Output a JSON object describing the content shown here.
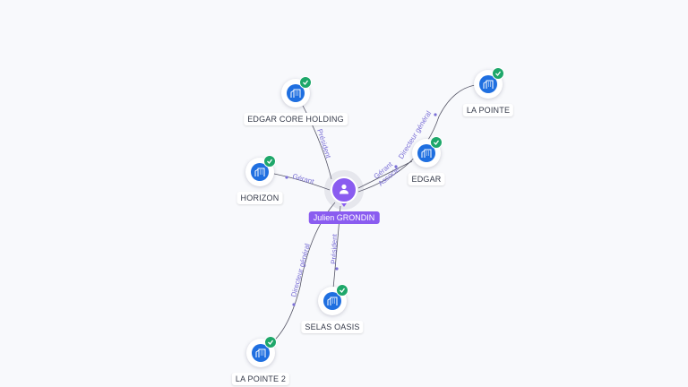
{
  "person": {
    "name": "Julien GRONDIN",
    "icon": "person-icon",
    "color": "#8a5cf0"
  },
  "companies": [
    {
      "id": "edgar-core-holding",
      "name": "EDGAR CORE HOLDING",
      "icon": "building-icon",
      "verified": true
    },
    {
      "id": "horizon",
      "name": "HORIZON",
      "icon": "building-icon",
      "verified": true
    },
    {
      "id": "la-pointe",
      "name": "LA POINTE",
      "icon": "building-icon",
      "verified": true
    },
    {
      "id": "edgar",
      "name": "EDGAR",
      "icon": "building-icon",
      "verified": true
    },
    {
      "id": "selas-oasis",
      "name": "SELAS OASIS",
      "icon": "building-icon",
      "verified": true
    },
    {
      "id": "la-pointe-2",
      "name": "LA POINTE 2",
      "icon": "building-icon",
      "verified": true
    }
  ],
  "relations": [
    {
      "target": "edgar-core-holding",
      "labels": [
        "Président"
      ]
    },
    {
      "target": "horizon",
      "labels": [
        "Gérant"
      ]
    },
    {
      "target": "la-pointe",
      "labels": [
        "Directeur général"
      ]
    },
    {
      "target": "edgar",
      "labels": [
        "Gérant",
        "Associé"
      ]
    },
    {
      "target": "selas-oasis",
      "labels": [
        "Président"
      ]
    },
    {
      "target": "la-pointe-2",
      "labels": [
        "Directeur général"
      ]
    }
  ],
  "colors": {
    "company": "#1f6fe0",
    "verified": "#1ea76a",
    "edge": "#7a6fd6",
    "line": "#555566"
  }
}
